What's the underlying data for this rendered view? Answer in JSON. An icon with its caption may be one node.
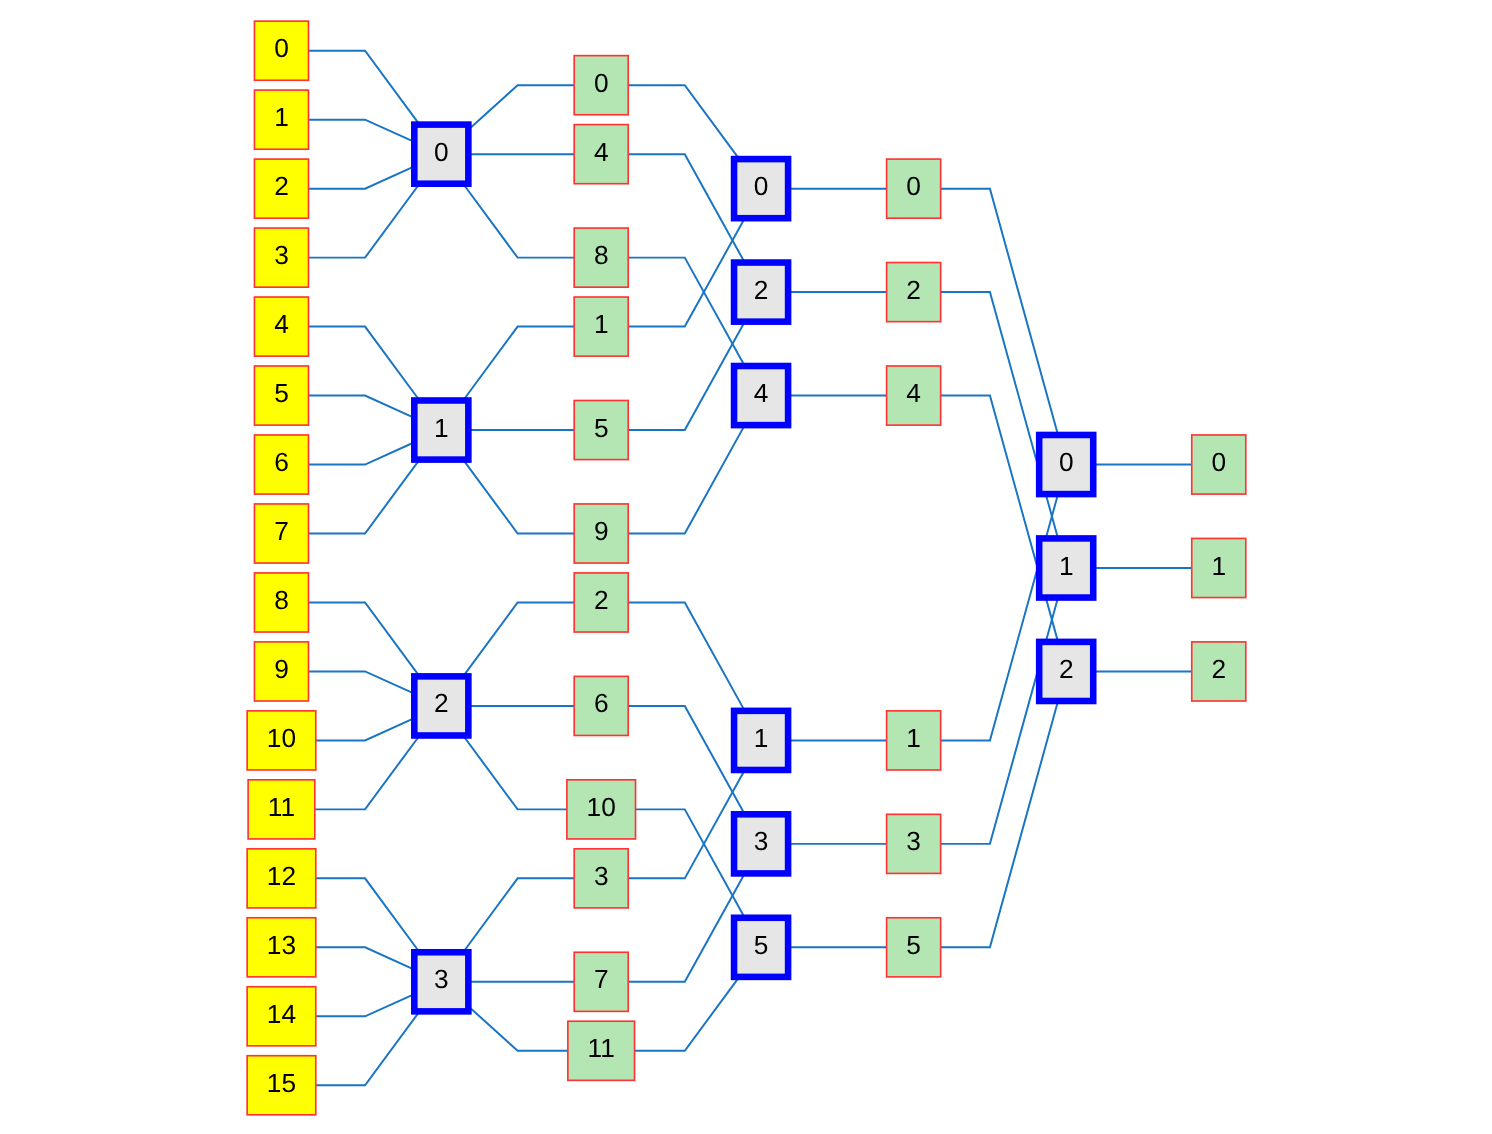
{
  "diagram": {
    "nodes": [
      {
        "text": [
          "0"
        ]
      },
      {
        "text": [
          "1"
        ]
      },
      {
        "text": [
          "2"
        ]
      },
      {
        "text": [
          "3"
        ]
      },
      {
        "text": [
          "4"
        ]
      },
      {
        "text": [
          "5"
        ]
      },
      {
        "text": [
          "6"
        ]
      },
      {
        "text": [
          "7"
        ]
      },
      {
        "text": [
          "8"
        ]
      },
      {
        "text": [
          "9"
        ]
      },
      {
        "text": [
          "10"
        ]
      },
      {
        "text": [
          "11"
        ]
      },
      {
        "text": [
          "12"
        ]
      },
      {
        "text": [
          "13"
        ]
      },
      {
        "text": [
          "14"
        ]
      },
      {
        "text": [
          "15"
        ]
      },
      {
        "text": [
          "0"
        ]
      },
      {
        "text": [
          "1"
        ]
      },
      {
        "text": [
          "2"
        ]
      },
      {
        "text": [
          "3"
        ]
      },
      {
        "text": [
          "0"
        ]
      },
      {
        "text": [
          "1"
        ]
      },
      {
        "text": [
          "2"
        ]
      },
      {
        "text": [
          "3"
        ]
      },
      {
        "text": [
          "4"
        ]
      },
      {
        "text": [
          "5"
        ]
      },
      {
        "text": [
          "6"
        ]
      },
      {
        "text": [
          "7"
        ]
      },
      {
        "text": [
          "8"
        ]
      },
      {
        "text": [
          "9"
        ]
      },
      {
        "text": [
          "10"
        ]
      },
      {
        "text": [
          "11"
        ]
      },
      {
        "text": [
          "0"
        ]
      },
      {
        "text": [
          "1"
        ]
      },
      {
        "text": [
          "2"
        ]
      },
      {
        "text": [
          "3"
        ]
      },
      {
        "text": [
          "4"
        ]
      },
      {
        "text": [
          "5"
        ]
      },
      {
        "text": [
          "0"
        ]
      },
      {
        "text": [
          "1"
        ]
      },
      {
        "text": [
          "2"
        ]
      },
      {
        "text": [
          "3"
        ]
      },
      {
        "text": [
          "4"
        ]
      },
      {
        "text": [
          "5"
        ]
      },
      {
        "text": [
          "0"
        ]
      },
      {
        "text": [
          "1"
        ]
      },
      {
        "text": [
          "2"
        ]
      },
      {
        "text": [
          "0"
        ]
      },
      {
        "text": [
          "1"
        ]
      },
      {
        "text": [
          "2"
        ]
      }
    ],
    "edges": [
      {
        "from": 0,
        "to": 16,
        "arrow": "none"
      },
      {
        "from": 1,
        "to": 16,
        "arrow": "none"
      },
      {
        "from": 2,
        "to": 16,
        "arrow": "none"
      },
      {
        "from": 3,
        "to": 16,
        "arrow": "none"
      },
      {
        "from": 4,
        "to": 17,
        "arrow": "none"
      },
      {
        "from": 5,
        "to": 17,
        "arrow": "none"
      },
      {
        "from": 6,
        "to": 17,
        "arrow": "none"
      },
      {
        "from": 7,
        "to": 17,
        "arrow": "none"
      },
      {
        "from": 8,
        "to": 18,
        "arrow": "none"
      },
      {
        "from": 9,
        "to": 18,
        "arrow": "none"
      },
      {
        "from": 10,
        "to": 18,
        "arrow": "none"
      },
      {
        "from": 11,
        "to": 18,
        "arrow": "none"
      },
      {
        "from": 12,
        "to": 19,
        "arrow": "none"
      },
      {
        "from": 13,
        "to": 19,
        "arrow": "none"
      },
      {
        "from": 14,
        "to": 19,
        "arrow": "none"
      },
      {
        "from": 15,
        "to": 19,
        "arrow": "none"
      },
      {
        "from": 16,
        "to": 20,
        "arrow": "none"
      },
      {
        "from": 16,
        "to": 24,
        "arrow": "none"
      },
      {
        "from": 16,
        "to": 28,
        "arrow": "none"
      },
      {
        "from": 17,
        "to": 21,
        "arrow": "none"
      },
      {
        "from": 17,
        "to": 25,
        "arrow": "none"
      },
      {
        "from": 17,
        "to": 29,
        "arrow": "none"
      },
      {
        "from": 18,
        "to": 22,
        "arrow": "none"
      },
      {
        "from": 18,
        "to": 26,
        "arrow": "none"
      },
      {
        "from": 18,
        "to": 30,
        "arrow": "none"
      },
      {
        "from": 19,
        "to": 23,
        "arrow": "none"
      },
      {
        "from": 19,
        "to": 27,
        "arrow": "none"
      },
      {
        "from": 19,
        "to": 31,
        "arrow": "none"
      },
      {
        "from": 20,
        "to": 32,
        "arrow": "none"
      },
      {
        "from": 21,
        "to": 32,
        "arrow": "none"
      },
      {
        "from": 22,
        "to": 33,
        "arrow": "none"
      },
      {
        "from": 23,
        "to": 33,
        "arrow": "none"
      },
      {
        "from": 24,
        "to": 34,
        "arrow": "none"
      },
      {
        "from": 25,
        "to": 34,
        "arrow": "none"
      },
      {
        "from": 26,
        "to": 35,
        "arrow": "none"
      },
      {
        "from": 27,
        "to": 35,
        "arrow": "none"
      },
      {
        "from": 28,
        "to": 36,
        "arrow": "none"
      },
      {
        "from": 29,
        "to": 36,
        "arrow": "none"
      },
      {
        "from": 30,
        "to": 37,
        "arrow": "none"
      },
      {
        "from": 31,
        "to": 37,
        "arrow": "none"
      },
      {
        "from": 32,
        "to": 38,
        "arrow": "none"
      },
      {
        "from": 33,
        "to": 39,
        "arrow": "none"
      },
      {
        "from": 34,
        "to": 40,
        "arrow": "none"
      },
      {
        "from": 35,
        "to": 41,
        "arrow": "none"
      },
      {
        "from": 36,
        "to": 42,
        "arrow": "none"
      },
      {
        "from": 37,
        "to": 43,
        "arrow": "none"
      },
      {
        "from": 38,
        "to": 44,
        "arrow": "none"
      },
      {
        "from": 39,
        "to": 44,
        "arrow": "none"
      },
      {
        "from": 40,
        "to": 45,
        "arrow": "none"
      },
      {
        "from": 41,
        "to": 45,
        "arrow": "none"
      },
      {
        "from": 42,
        "to": 46,
        "arrow": "none"
      },
      {
        "from": 43,
        "to": 46,
        "arrow": "none"
      },
      {
        "from": 44,
        "to": 47,
        "arrow": "none"
      },
      {
        "from": 45,
        "to": 48,
        "arrow": "none"
      },
      {
        "from": 46,
        "to": 49,
        "arrow": "none"
      }
    ]
  }
}
